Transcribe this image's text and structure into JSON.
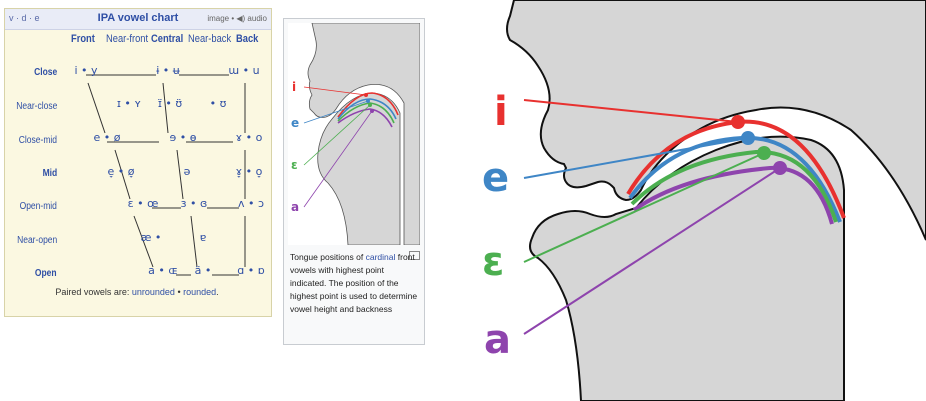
{
  "ipa_chart": {
    "vte": "v · d · e",
    "title_link": "IPA vowel chart",
    "image_audio": "image • ◀) audio",
    "columns": [
      "Front",
      "Near-front",
      "Central",
      "Near-back",
      "Back"
    ],
    "rows": [
      "Close",
      "Near-close",
      "Close-mid",
      "Mid",
      "Open-mid",
      "Near-open",
      "Open"
    ],
    "vowels": {
      "close_front": "i • y",
      "close_central": "ɨ • ʉ",
      "close_back": "ɯ • u",
      "nearclose_front": "ɪ • ʏ",
      "nearclose_central": "ɪ̈ • ʊ̈",
      "nearclose_back": "• ʊ",
      "closemid_front": "e • ø",
      "closemid_central": "ɘ • ɵ",
      "closemid_back": "ɤ • o",
      "mid_front": "e̞ • ø̞",
      "mid_central": "ə",
      "mid_back": "ɤ̞ • o̞",
      "openmid_front": "ɛ • œ",
      "openmid_central": "ɜ • ɞ",
      "openmid_back": "ʌ • ɔ",
      "nearopen_front": "æ •",
      "nearopen_central": "ɐ",
      "open_front": "a • ɶ",
      "open_central": "ä •",
      "open_back": "ɑ • ɒ"
    },
    "paired_prefix": "Paired vowels are: ",
    "paired_unrounded": "unrounded",
    "paired_sep": " • ",
    "paired_rounded": "rounded",
    "paired_end": "."
  },
  "thumbnail": {
    "labels": [
      "i",
      "e",
      "ɛ",
      "a"
    ],
    "caption_1": "Tongue positions of ",
    "caption_link": "cardinal",
    "caption_2": " front vowels with highest point indicated. The position of the highest point is used to determine vowel height and backness"
  },
  "diagram": {
    "labels": {
      "i": "i",
      "e": "e",
      "epsilon": "ɛ",
      "a": "a"
    },
    "colors": {
      "i": "#e8312f",
      "e": "#3f86c6",
      "epsilon": "#4caf50",
      "a": "#8e44ad",
      "tissue": "#d6d6d6",
      "outline": "#111111"
    }
  }
}
